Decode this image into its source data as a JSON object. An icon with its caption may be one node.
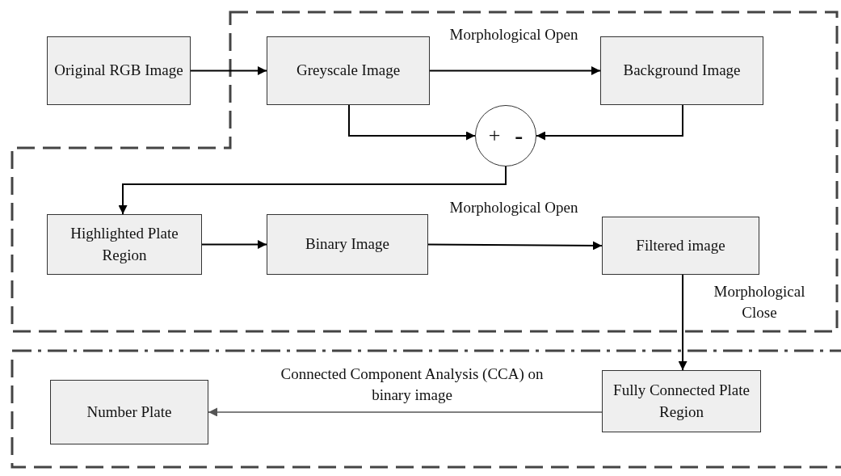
{
  "diagram": {
    "nodes": [
      {
        "text": [
          "Original RGB Image"
        ]
      },
      {
        "text": [
          "Greyscale Image"
        ]
      },
      {
        "text": [
          "Background Image"
        ]
      },
      {
        "text": [
          "+",
          "-"
        ]
      },
      {
        "text": [
          "Highlighted Plate Region"
        ]
      },
      {
        "text": [
          "Binary Image"
        ]
      },
      {
        "text": [
          "Filtered image"
        ]
      },
      {
        "text": [
          "Fully Connected Plate Region"
        ]
      },
      {
        "text": [
          "Number Plate"
        ]
      }
    ],
    "edges": [
      {
        "from": 0,
        "to": 1,
        "arrow": "to"
      },
      {
        "from": 1,
        "to": 2,
        "arrow": "to",
        "label": "Morphological Open"
      },
      {
        "from": 1,
        "to": 3,
        "arrow": "to"
      },
      {
        "from": 2,
        "to": 3,
        "arrow": "to"
      },
      {
        "from": 3,
        "to": 4,
        "arrow": "to"
      },
      {
        "from": 4,
        "to": 5,
        "arrow": "to"
      },
      {
        "from": 5,
        "to": 6,
        "arrow": "to",
        "label": "Morphological Open"
      },
      {
        "from": 6,
        "to": 7,
        "arrow": "to",
        "label": "Morphological Close"
      },
      {
        "from": 7,
        "to": 8,
        "arrow": "to",
        "label": "Connected Component Analysis (CCA) on binary image",
        "color": "#555555"
      }
    ]
  }
}
